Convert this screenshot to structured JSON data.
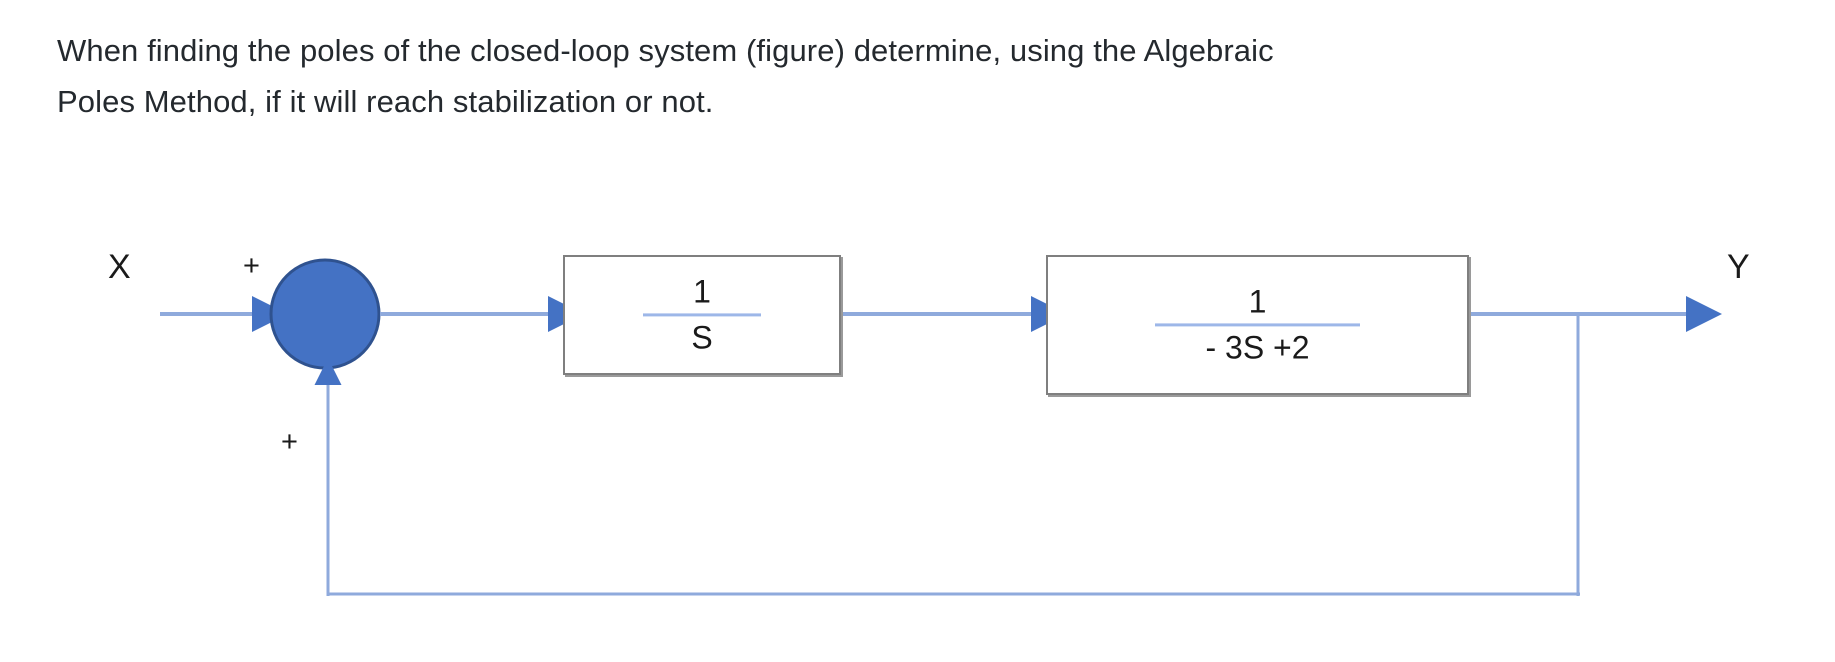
{
  "question": {
    "line1": "When finding the poles of the closed-loop system (figure) determine, using the Algebraic",
    "line2": "Poles Method, if it will reach stabilization or not."
  },
  "diagram": {
    "type": "block-diagram",
    "title": "closed-loop control system block diagram",
    "input_label": "X",
    "output_label": "Y",
    "summing_junction": {
      "name": "summing-junction",
      "shape": "filled-circle",
      "fill_color": "#4472C4",
      "stroke_color": "#2F528F",
      "input_sign": "+",
      "feedback_sign": "+"
    },
    "blocks": [
      {
        "name": "integrator-block",
        "numerator": "1",
        "denominator": "S"
      },
      {
        "name": "plant-block",
        "numerator": "1",
        "denominator": "- 3S +2"
      }
    ],
    "feedback": {
      "name": "feedback-path",
      "sign": "+",
      "description": "positive feedback from output to summing junction"
    },
    "colors": {
      "signal_line": "#8FAADC",
      "arrow_head": "#4472C4",
      "block_border": "#7F7F7F",
      "fraction_bar": "#9DB7E8"
    }
  }
}
